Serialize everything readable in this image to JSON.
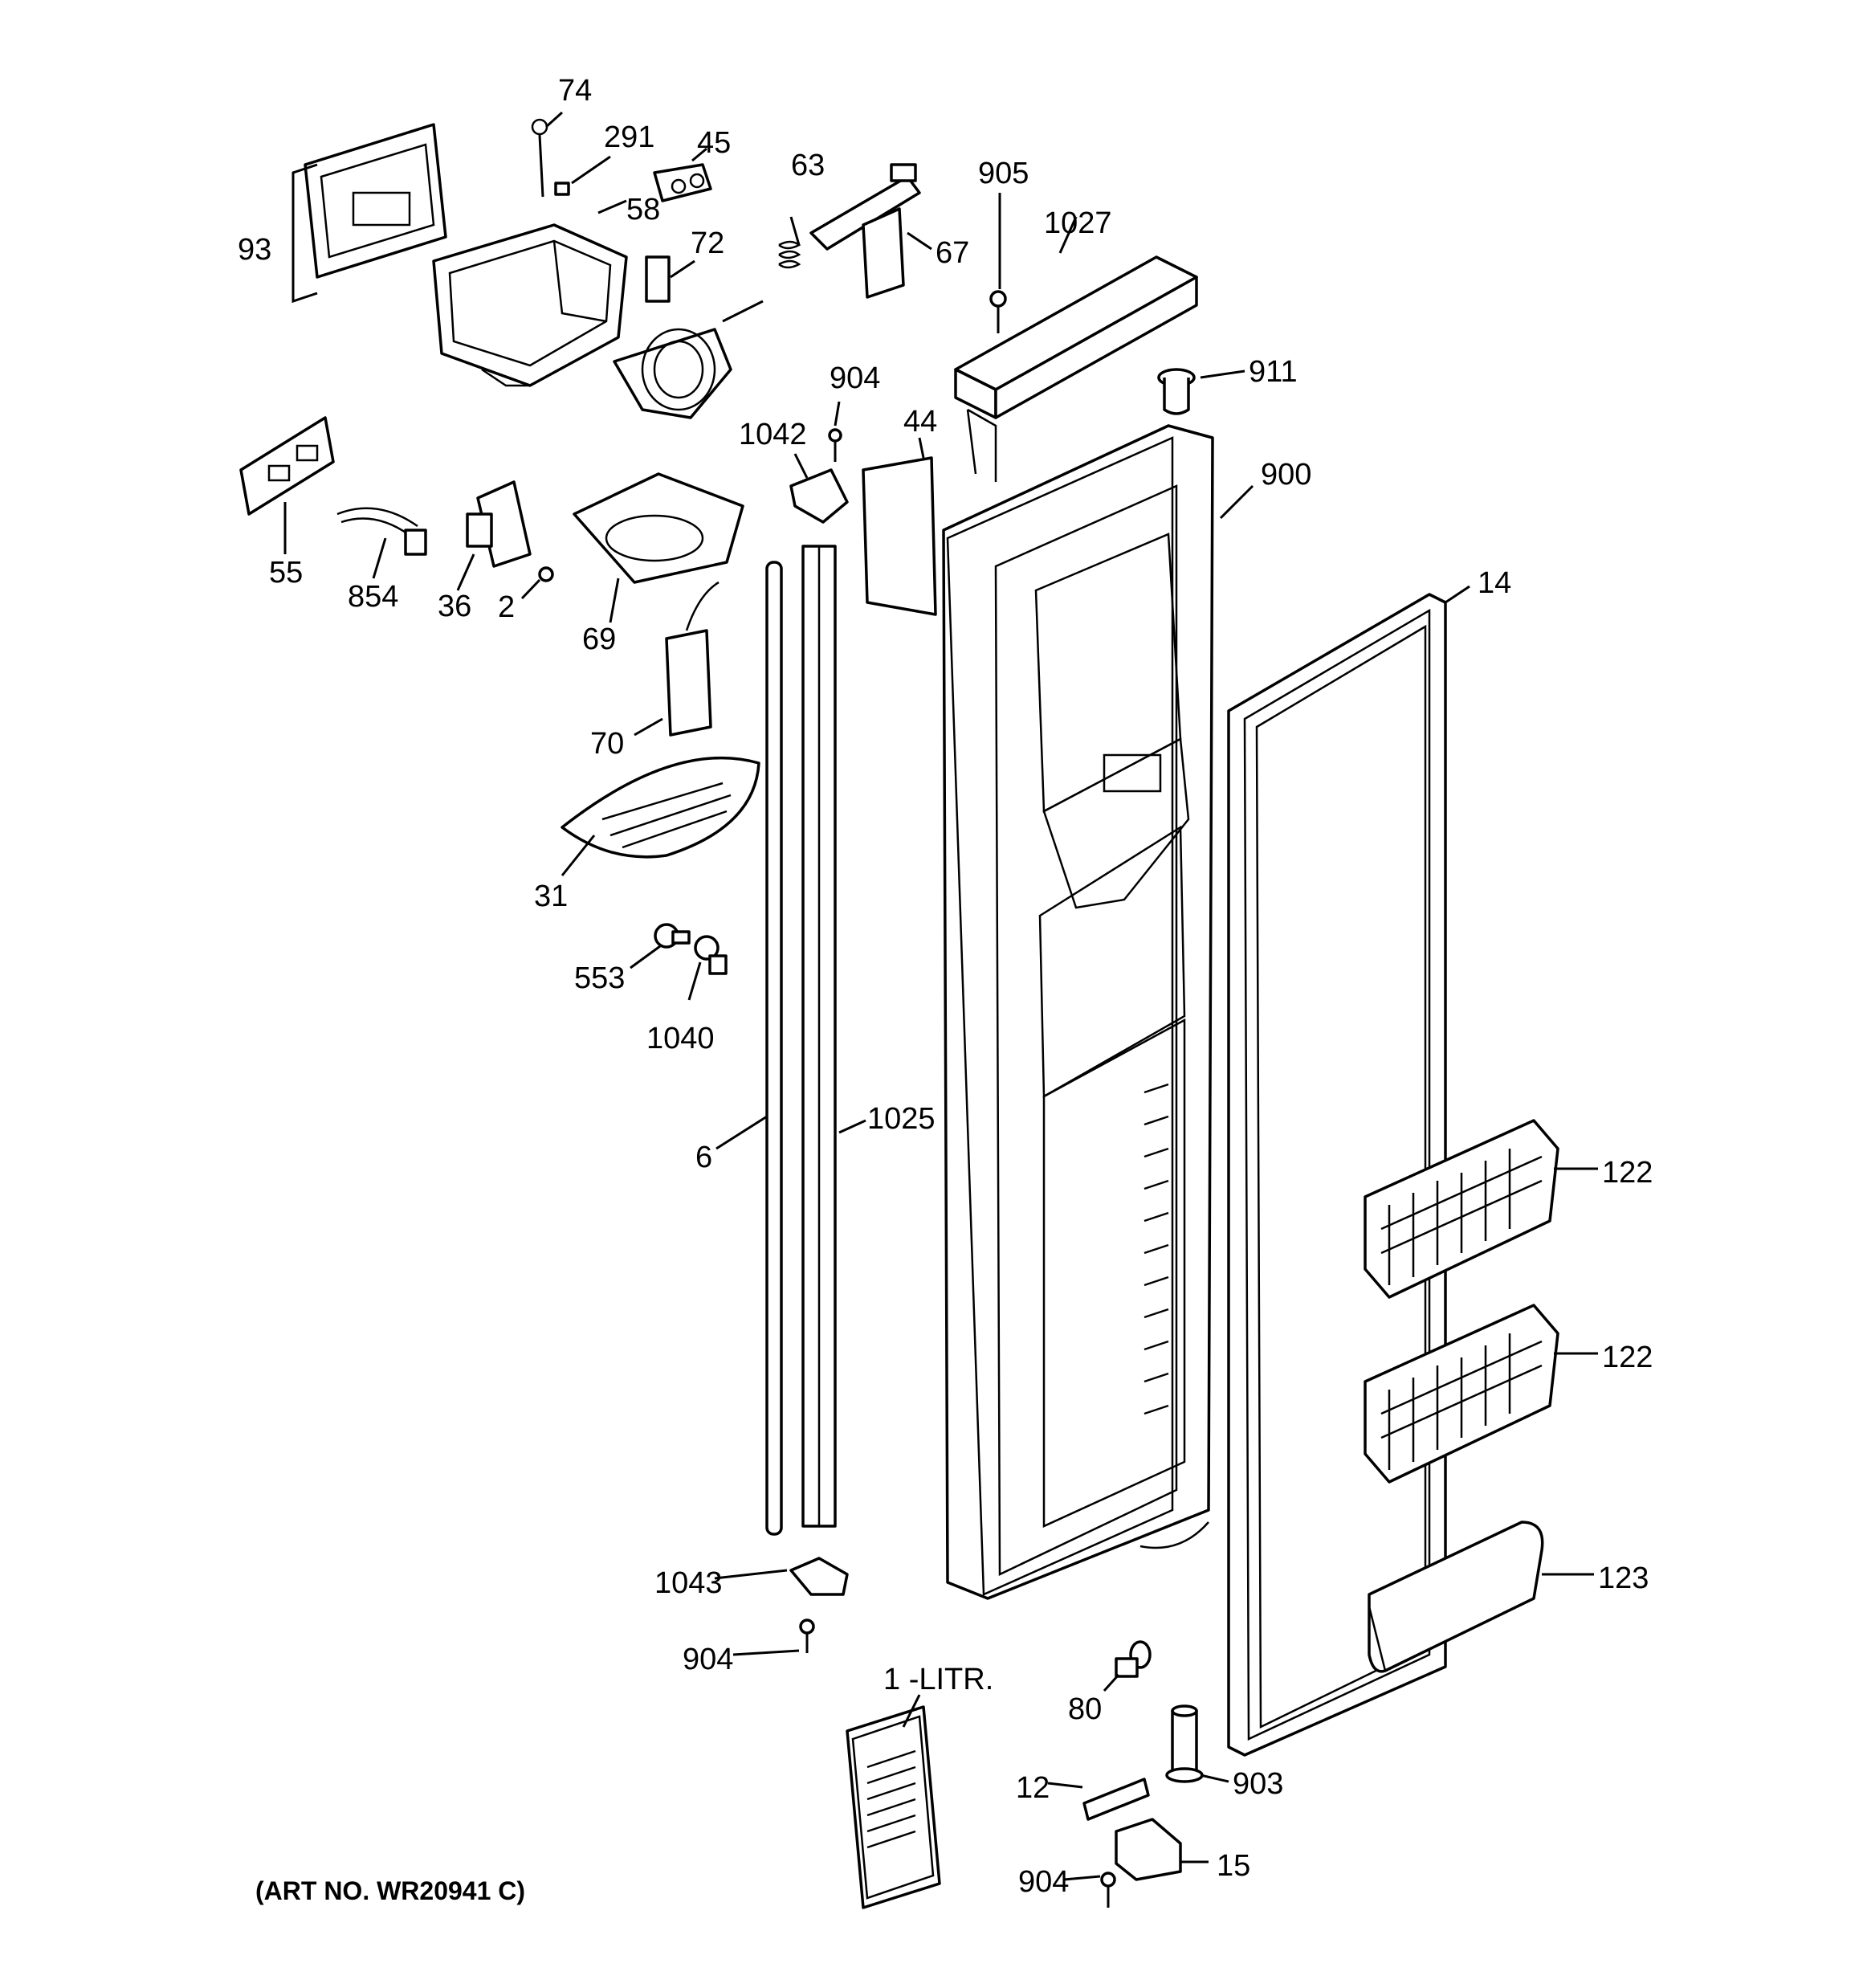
{
  "diagram": {
    "art_number": "(ART NO. WR20941 C)",
    "callouts": {
      "c74": "74",
      "c291": "291",
      "c45": "45",
      "c93": "93",
      "c58": "58",
      "c72": "72",
      "c63": "63",
      "c67": "67",
      "c905": "905",
      "c1027": "1027",
      "c911": "911",
      "c904a": "904",
      "c1042": "1042",
      "c44": "44",
      "c900": "900",
      "c55": "55",
      "c854": "854",
      "c36": "36",
      "c2": "2",
      "c69": "69",
      "c70": "70",
      "c14": "14",
      "c31": "31",
      "c553": "553",
      "c1040": "1040",
      "c6": "6",
      "c1025": "1025",
      "c122a": "122",
      "c122b": "122",
      "c123": "123",
      "c1043": "1043",
      "c904b": "904",
      "c1litr": "1 -LITR.",
      "c80": "80",
      "c903": "903",
      "c12": "12",
      "c15": "15",
      "c904c": "904"
    }
  }
}
